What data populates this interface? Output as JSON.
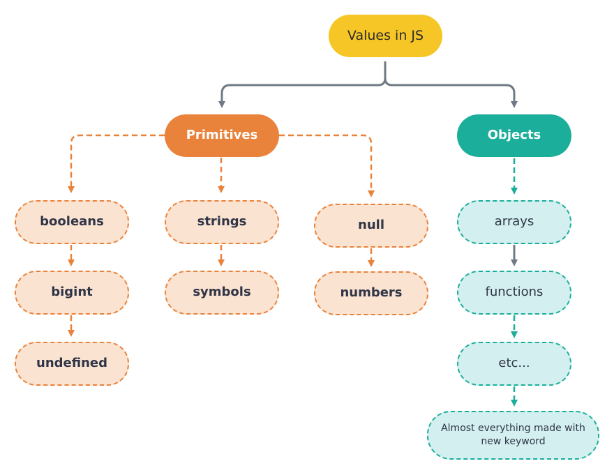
{
  "root": {
    "label": "Values in JS"
  },
  "primitives": {
    "label": "Primitives",
    "items": [
      "booleans",
      "bigint",
      "undefined",
      "strings",
      "symbols",
      "null",
      "numbers"
    ]
  },
  "objects": {
    "label": "Objects",
    "items": [
      "arrays",
      "functions",
      "etc...",
      "Almost everything made with new keyword"
    ]
  },
  "colors": {
    "root": "#F6C626",
    "primitive": "#E9823A",
    "primitive_fill": "#FBE3D2",
    "object": "#1BAE9A",
    "object_fill": "#D3EFEF",
    "connector": "#6F7A85",
    "text": "#2f3546"
  }
}
